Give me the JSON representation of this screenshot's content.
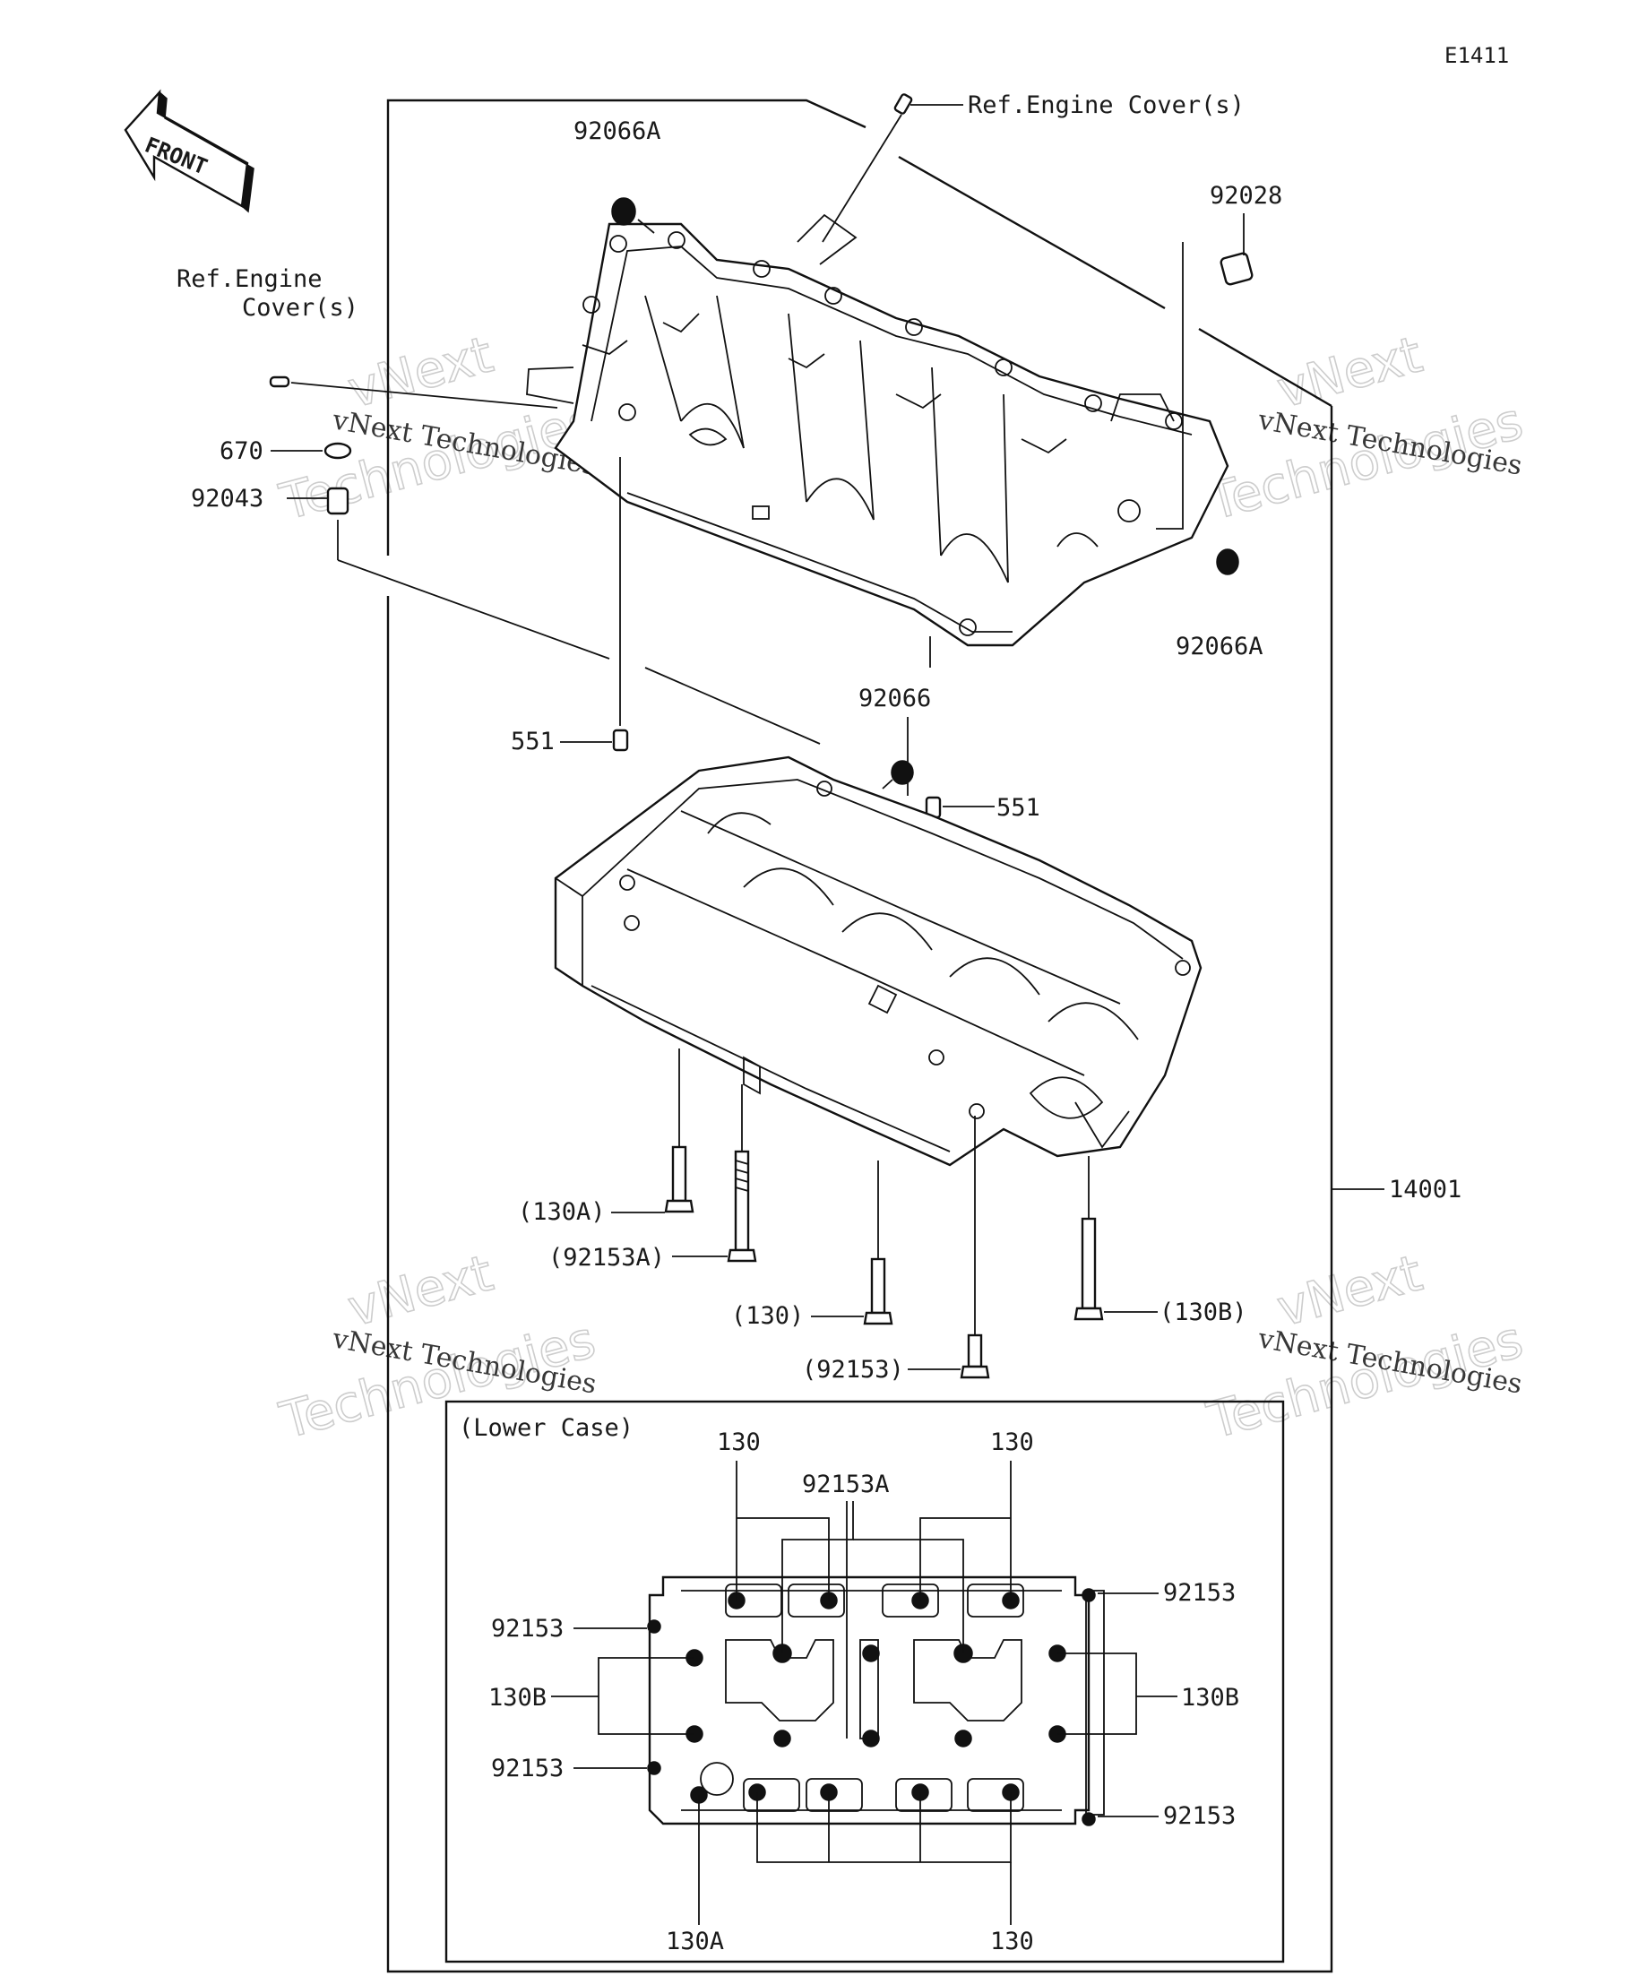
{
  "diagram_id": "E1411",
  "front_arrow_text": "FRONT",
  "callouts": {
    "ref_engine_cover_top": "Ref.Engine Cover(s)",
    "ref_engine_cover_left_1": "Ref.Engine",
    "ref_engine_cover_left_2": "Cover(s)",
    "p92066A_top": "92066A",
    "p92028": "92028",
    "p670": "670",
    "p92043": "92043",
    "p92066A_right": "92066A",
    "p92066": "92066",
    "p551_left": "551",
    "p551_right": "551",
    "p14001": "14001",
    "p130A": "(130A)",
    "p92153A": "(92153A)",
    "p130": "(130)",
    "p130B": "(130B)",
    "p92153": "(92153)"
  },
  "lower_case": {
    "title": "(Lower Case)",
    "labels": {
      "top_130_left": "130",
      "top_130_right": "130",
      "top_92153A": "92153A",
      "left_92153_top": "92153",
      "left_130B": "130B",
      "left_92153_bottom": "92153",
      "right_92153_top": "92153",
      "right_130B": "130B",
      "right_92153_bottom": "92153",
      "bottom_130A": "130A",
      "bottom_130": "130"
    }
  },
  "watermark": {
    "line1": "vNext Technologies",
    "outline1": "vNext",
    "outline2": "Technologies"
  }
}
